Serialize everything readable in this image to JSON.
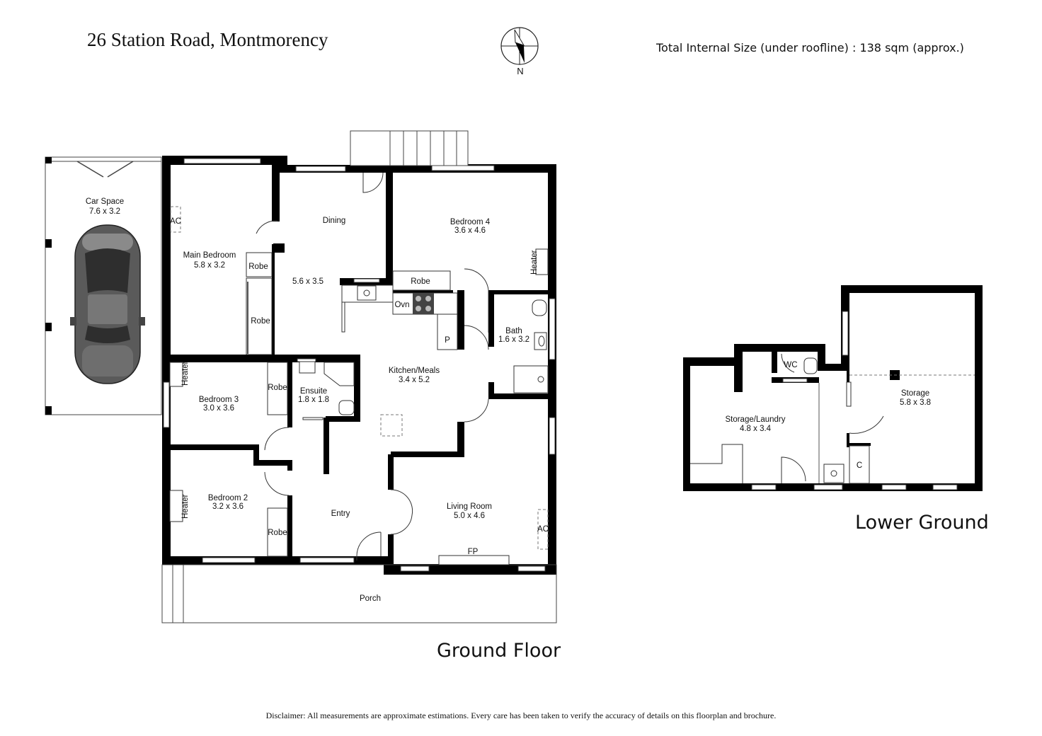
{
  "header": {
    "address": "26 Station Road, Montmorency",
    "total_size": "Total Internal Size (under roofline) :  138 sqm (approx.)",
    "compass_label": "N"
  },
  "floors": {
    "ground_title": "Ground Floor",
    "lower_title": "Lower Ground"
  },
  "rooms": {
    "car_space": {
      "name": "Car Space",
      "size": "7.6 x 3.2"
    },
    "main_bedroom": {
      "name": "Main Bedroom",
      "size": "5.8 x 3.2"
    },
    "dining": {
      "name": "Dining",
      "size": "5.6 x 3.5"
    },
    "bedroom4": {
      "name": "Bedroom 4",
      "size": "3.6 x 4.6"
    },
    "bath": {
      "name": "Bath",
      "size": "1.6 x 3.2"
    },
    "kitchen": {
      "name": "Kitchen/Meals",
      "size": "3.4 x 5.2"
    },
    "ensuite": {
      "name": "Ensuite",
      "size": "1.8 x 1.8"
    },
    "bedroom3": {
      "name": "Bedroom 3",
      "size": "3.0 x 3.6"
    },
    "bedroom2": {
      "name": "Bedroom 2",
      "size": "3.2 x 3.6"
    },
    "entry": {
      "name": "Entry"
    },
    "living": {
      "name": "Living Room",
      "size": "5.0 x 4.6"
    },
    "porch": {
      "name": "Porch"
    },
    "storage_laundry": {
      "name": "Storage/Laundry",
      "size": "4.8 x 3.4"
    },
    "storage": {
      "name": "Storage",
      "size": "5.8 x 3.8"
    }
  },
  "fixtures": {
    "ac": "AC",
    "heater": "Heater",
    "robe": "Robe",
    "oven": "Ovn",
    "pantry": "P",
    "fireplace": "FP",
    "wc": "WC",
    "cupboard": "C"
  },
  "disclaimer": "Disclaimer: All measurements are approximate estimations. Every care has been taken to verify the accuracy of details on this floorplan and brochure."
}
